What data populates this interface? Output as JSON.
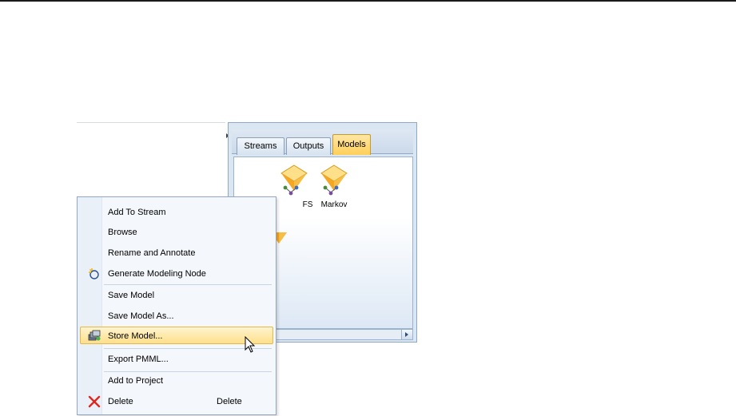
{
  "managers_panel": {
    "tabs": [
      {
        "label": "Streams",
        "active": false
      },
      {
        "label": "Outputs",
        "active": false
      },
      {
        "label": "Models",
        "active": true
      }
    ],
    "models": [
      {
        "label": "FS",
        "icon": "model-nugget-icon"
      },
      {
        "label": "Markov",
        "icon": "model-nugget-icon"
      }
    ]
  },
  "context_menu": {
    "items": [
      {
        "label": "Add To Stream"
      },
      {
        "label": "Browse"
      },
      {
        "label": "Rename and Annotate"
      },
      {
        "label": "Generate Modeling Node",
        "icon": "generate-icon"
      },
      {
        "label": "Save Model"
      },
      {
        "label": "Save Model As..."
      },
      {
        "label": "Store Model...",
        "icon": "store-model-icon",
        "highlighted": true
      },
      {
        "label": "Export PMML..."
      },
      {
        "label": "Add to Project"
      },
      {
        "label": "Delete",
        "icon": "delete-x-icon",
        "shortcut": "Delete"
      }
    ]
  },
  "colors": {
    "highlight": "#ffdf8a",
    "active_tab": "#ffcf58",
    "panel_bg": "#dbe6f3",
    "delete_icon": "#e0261d"
  }
}
